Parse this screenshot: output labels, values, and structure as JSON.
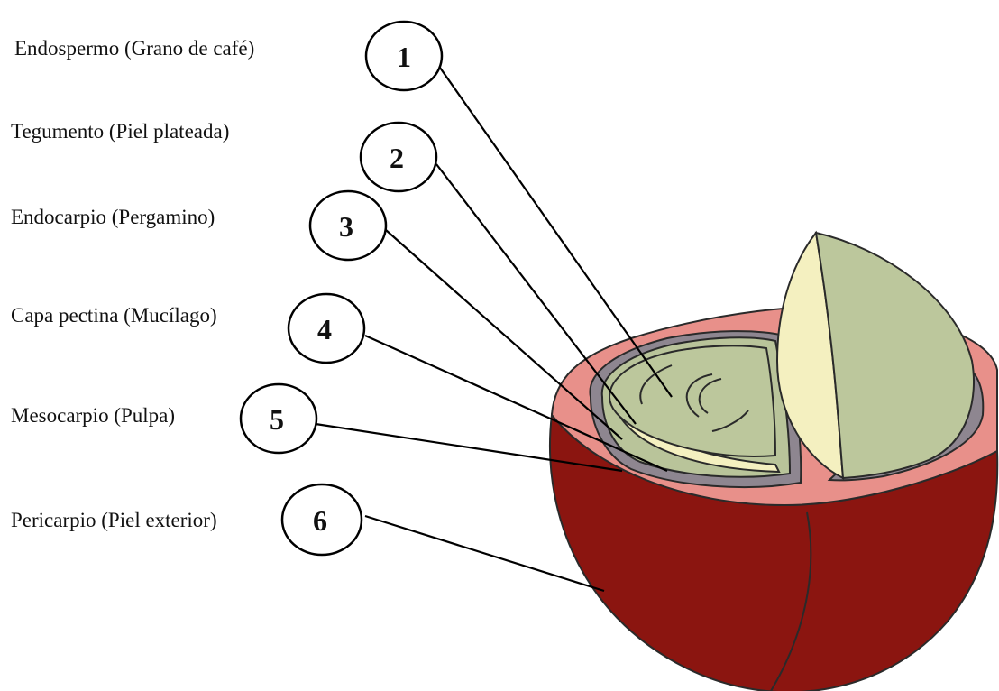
{
  "layers": [
    {
      "number": "1",
      "label": "Endospermo (Grano de café)"
    },
    {
      "number": "2",
      "label": "Tegumento (Piel plateada)"
    },
    {
      "number": "3",
      "label": "Endocarpio (Pergamino)"
    },
    {
      "number": "4",
      "label": "Capa pectina (Mucílago)"
    },
    {
      "number": "5",
      "label": "Mesocarpio (Pulpa)"
    },
    {
      "number": "6",
      "label": "Pericarpio (Piel exterior)"
    }
  ],
  "colors": {
    "pericarp": "#8B1510",
    "mesocarp": "#E8908A",
    "mucilage": "#8E8690",
    "endocarp": "#B9C49A",
    "silverskin": "#F4F0C0",
    "endosperm": "#BCC79C"
  }
}
